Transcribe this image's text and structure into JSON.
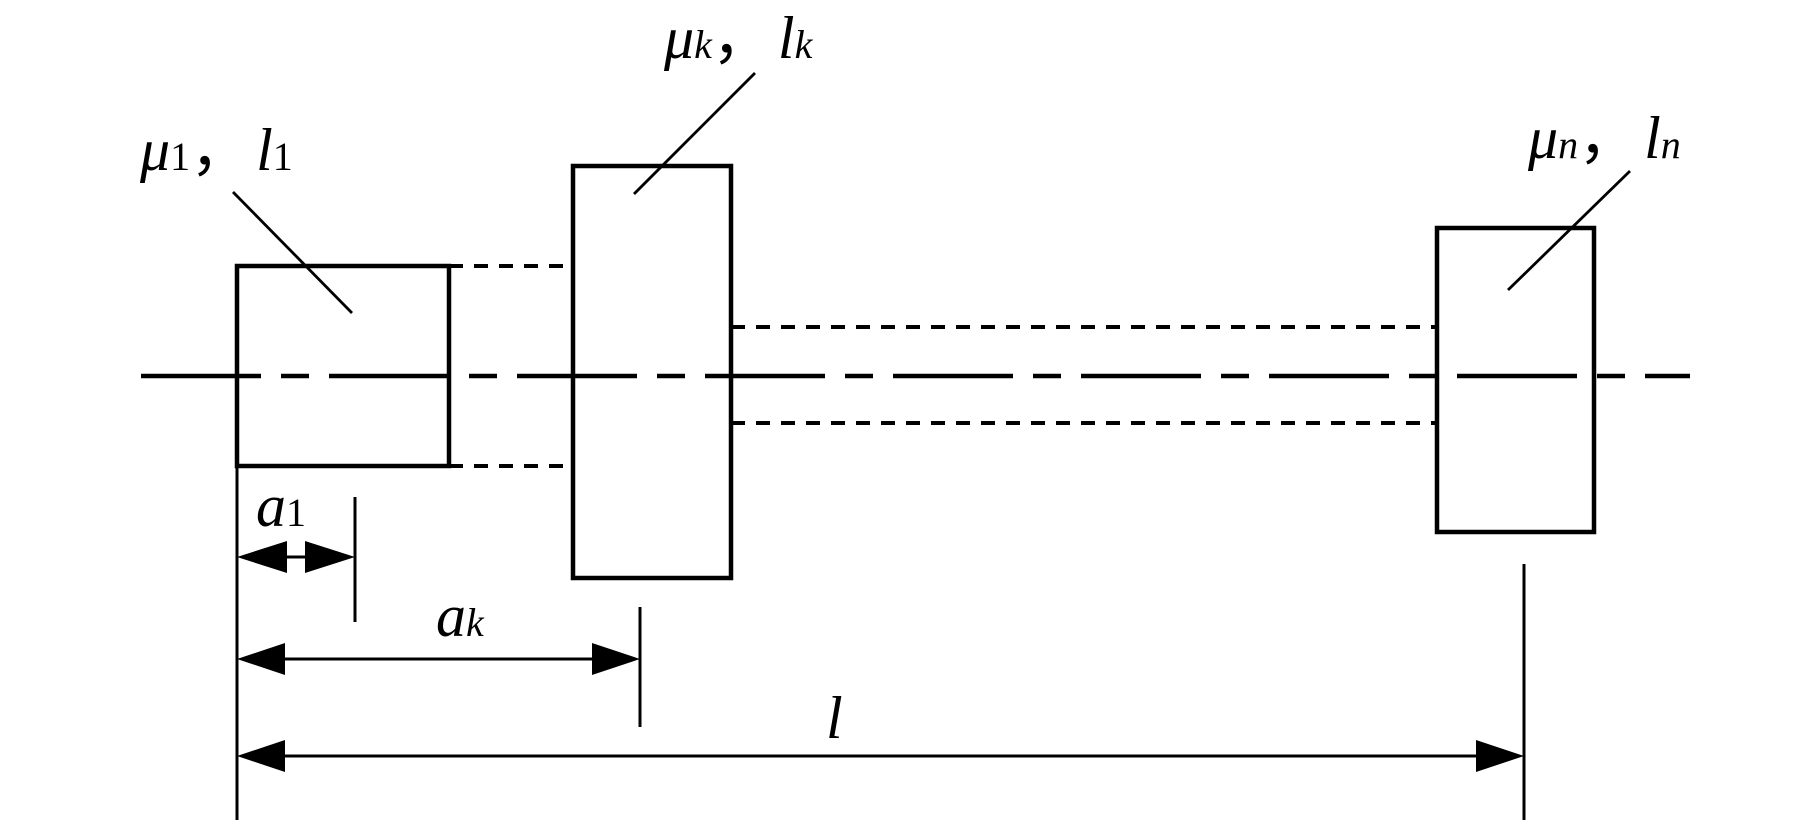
{
  "labels": {
    "mass1": {
      "mu": "μ",
      "mu_sub": "1",
      "sep": "，",
      "l": "l",
      "l_sub": "1"
    },
    "massk": {
      "mu": "μ",
      "mu_sub": "k",
      "sep": "，",
      "l": "l",
      "l_sub": "k"
    },
    "massn": {
      "mu": "μ",
      "mu_sub": "n",
      "sep": "，",
      "l": "l",
      "l_sub": "n"
    },
    "dim_a1": {
      "main": "a",
      "sub": "1"
    },
    "dim_ak": {
      "main": "a",
      "sub": "k"
    },
    "dim_l": {
      "main": "l"
    }
  }
}
